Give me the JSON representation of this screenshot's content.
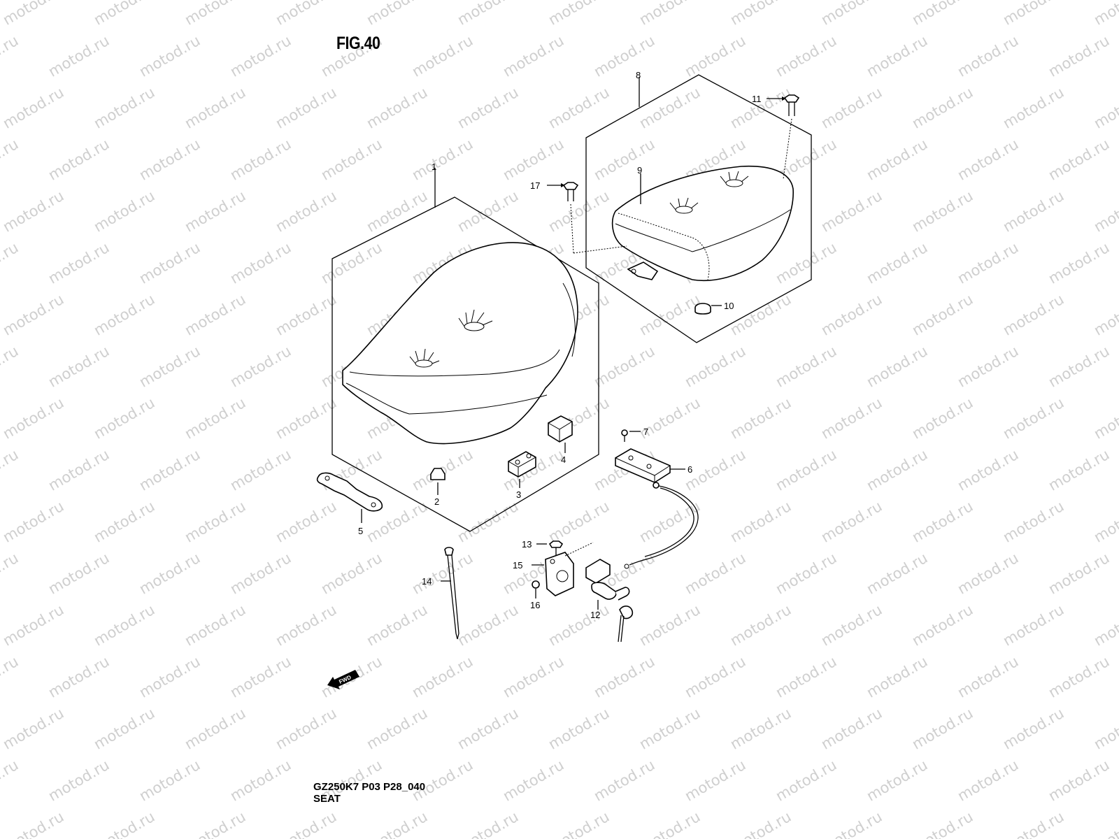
{
  "figure_label": "FIG.40",
  "watermark_text": "motod.ru",
  "model_code": "GZ250K7 P03 P28_040",
  "section_name": "SEAT",
  "direction_label": "FWD",
  "callouts": [
    "1",
    "2",
    "3",
    "4",
    "5",
    "6",
    "7",
    "8",
    "9",
    "10",
    "11",
    "12",
    "13",
    "14",
    "15",
    "16",
    "17"
  ]
}
